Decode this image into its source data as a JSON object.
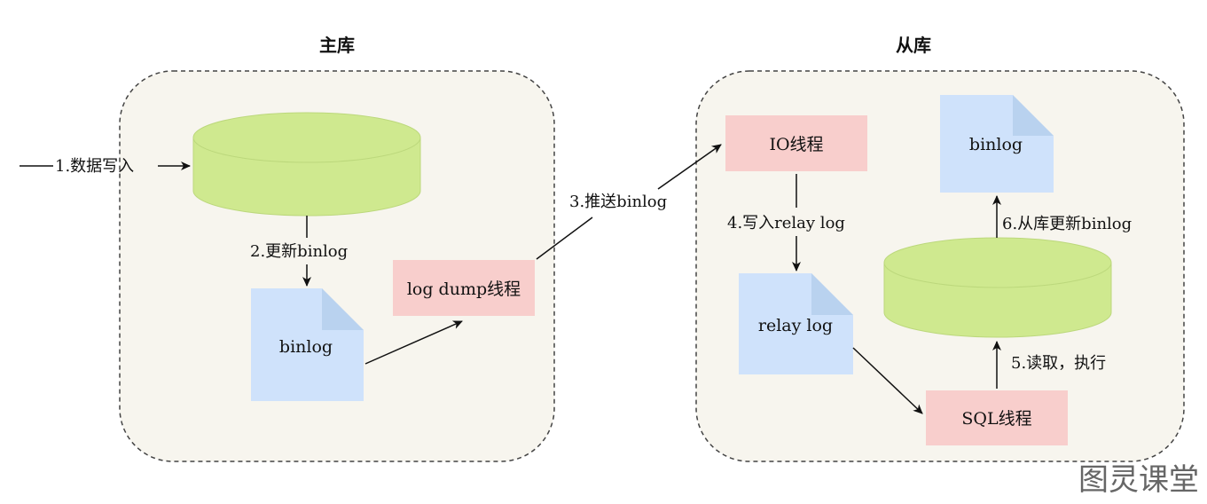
{
  "titles": {
    "master": "主库",
    "slave": "从库"
  },
  "steps": {
    "s1": "1.数据写入",
    "s2": "2.更新binlog",
    "s3": "3.推送binlog",
    "s4": "4.写入relay log",
    "s5": "5.读取，执行",
    "s6": "6.从库更新binlog"
  },
  "nodes": {
    "master_binlog": "binlog",
    "log_dump": "log dump线程",
    "io_thread": "IO线程",
    "relay_log": "relay log",
    "sql_thread": "SQL线程",
    "slave_binlog": "binlog"
  },
  "watermark": "图灵课堂",
  "colors": {
    "database": "#cfe98f",
    "file": "#cfe2fb",
    "file_fold": "#b9d2ef",
    "thread": "#f8cecc",
    "panel": "#f7f5ee"
  }
}
